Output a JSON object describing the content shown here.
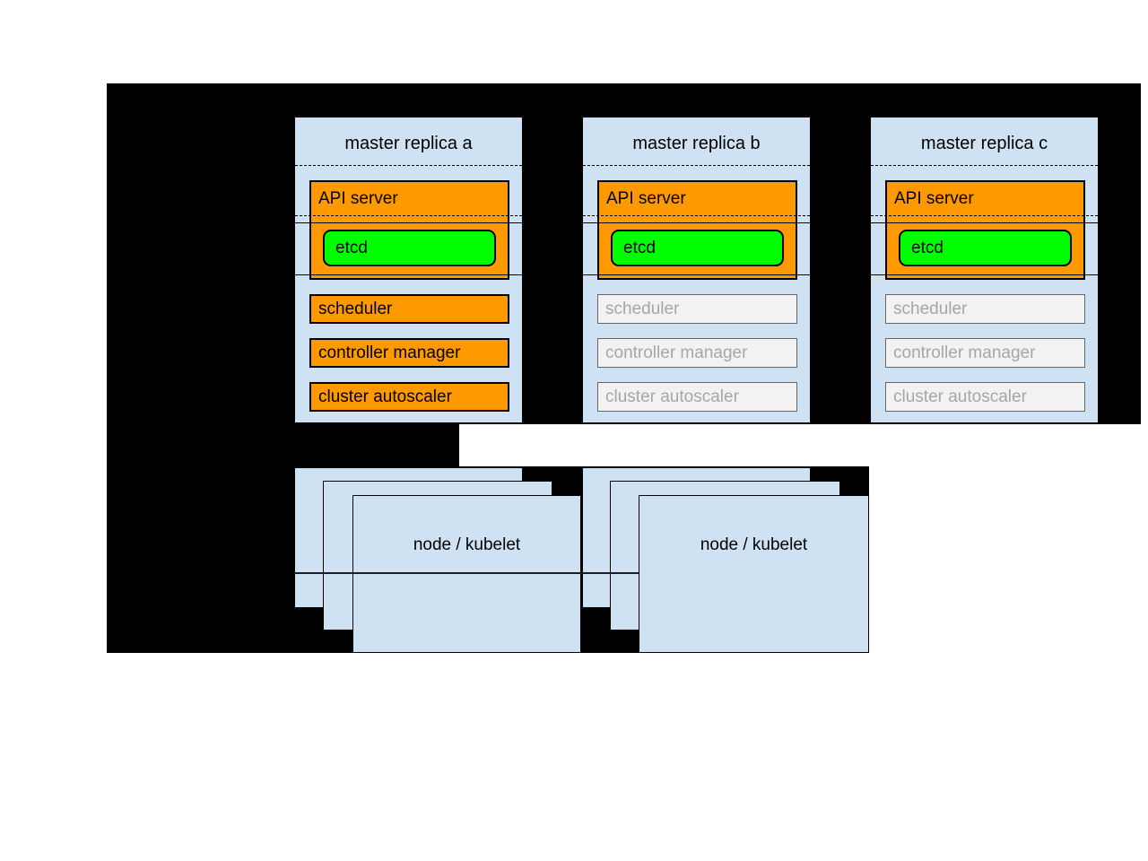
{
  "diagram": {
    "title_hint": "Kubernetes HA master replicas",
    "replicas": [
      {
        "title": "master replica a",
        "state": "active",
        "api_server": "API server",
        "etcd": "etcd",
        "scheduler": "scheduler",
        "controller_manager": "controller manager",
        "cluster_autoscaler": "cluster autoscaler"
      },
      {
        "title": "master replica b",
        "state": "standby",
        "api_server": "API server",
        "etcd": "etcd",
        "scheduler": "scheduler",
        "controller_manager": "controller manager",
        "cluster_autoscaler": "cluster autoscaler"
      },
      {
        "title": "master replica c",
        "state": "standby",
        "api_server": "API server",
        "etcd": "etcd",
        "scheduler": "scheduler",
        "controller_manager": "controller manager",
        "cluster_autoscaler": "cluster autoscaler"
      }
    ],
    "node_groups": [
      {
        "label": "node / kubelet"
      },
      {
        "label": "node / kubelet"
      }
    ],
    "colors": {
      "background": "#000000",
      "box_fill": "#cfe2f3",
      "active_component_fill": "#ff9900",
      "etcd_fill": "#00ff00",
      "inactive_component_fill": "#f2f2f2",
      "inactive_text": "#a6a6a6"
    }
  }
}
